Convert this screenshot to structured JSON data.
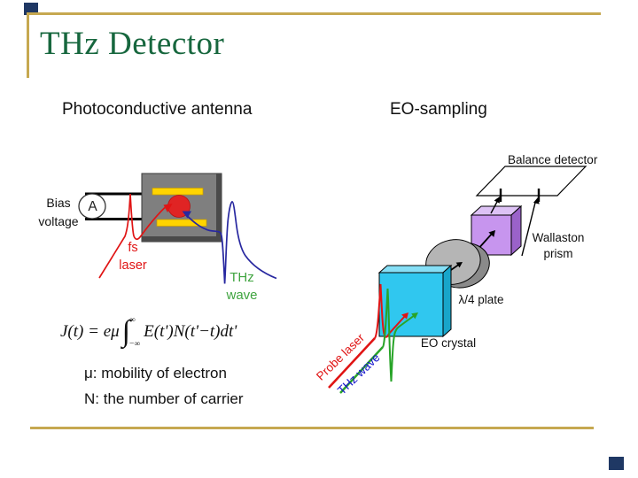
{
  "title": "THz Detector",
  "left": {
    "heading": "Photoconductive antenna",
    "bias_label": "Bias voltage",
    "ammeter_label": "A",
    "fs_laser_label": "fs laser",
    "thz_wave_label": "THz wave",
    "formula": {
      "lhs": "J(t) = eμ",
      "integral": "∫",
      "upper": "∞",
      "lower": "−∞",
      "rhs": "E(t')N(t'−t)dt'"
    },
    "mu_note": "μ: mobility of electron",
    "n_note": "N: the number of carrier"
  },
  "right": {
    "heading": "EO-sampling",
    "balance_detector_label": "Balance detector",
    "wallaston_label": "Wallaston prism",
    "quarter_wave_label": "λ/4 plate",
    "eo_crystal_label": "EO crystal",
    "probe_laser_label": "Probe laser",
    "thz_wave_label": "THz wave"
  },
  "colors": {
    "gold": "#C6A850",
    "title_green": "#17673E",
    "accent_navy": "#1F3864",
    "laser_red": "#E01414",
    "curve_blue": "#2828A0",
    "wave_label_green": "#3FA43F",
    "probe_text_blue": "#1414CC",
    "crystal_cyan": "#30C7EF",
    "prism_purple": "#C795EE",
    "plate_gray": "#B5B5B5",
    "box_gray": "#7F7F7F",
    "electrode_yellow": "#FFD400"
  }
}
